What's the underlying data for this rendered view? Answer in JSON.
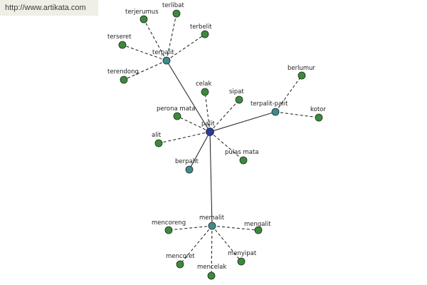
{
  "watermark": "http://www.artikata.com",
  "colors": {
    "center": "#2a3a9a",
    "hub": "#3f8a8e",
    "leaf": "#3b8a3b",
    "node_stroke": "#1f2a1f"
  },
  "nodes": [
    {
      "id": "palit",
      "label": "palit",
      "kind": "center"
    },
    {
      "id": "terpalit",
      "label": "terpalit",
      "kind": "hub"
    },
    {
      "id": "terpalit-palit",
      "label": "terpalit-palit",
      "kind": "hub"
    },
    {
      "id": "berpalit",
      "label": "berpalit",
      "kind": "hub"
    },
    {
      "id": "memalit",
      "label": "memalit",
      "kind": "hub"
    },
    {
      "id": "terjerumus",
      "label": "terjerumus",
      "kind": "leaf"
    },
    {
      "id": "terlibat",
      "label": "terlibat",
      "kind": "leaf"
    },
    {
      "id": "terbelit",
      "label": "terbelit",
      "kind": "leaf"
    },
    {
      "id": "terseret",
      "label": "terseret",
      "kind": "leaf"
    },
    {
      "id": "terendong",
      "label": "terendong",
      "kind": "leaf"
    },
    {
      "id": "berlumur",
      "label": "berlumur",
      "kind": "leaf"
    },
    {
      "id": "kotor",
      "label": "kotor",
      "kind": "leaf"
    },
    {
      "id": "celak",
      "label": "celak",
      "kind": "leaf"
    },
    {
      "id": "sipat",
      "label": "sipat",
      "kind": "leaf"
    },
    {
      "id": "perona-mata",
      "label": "perona mata",
      "kind": "leaf"
    },
    {
      "id": "alit",
      "label": "alit",
      "kind": "leaf"
    },
    {
      "id": "pulas-mata",
      "label": "pulas mata",
      "kind": "leaf"
    },
    {
      "id": "mencoreng",
      "label": "mencoreng",
      "kind": "leaf"
    },
    {
      "id": "mengalit",
      "label": "mengalit",
      "kind": "leaf"
    },
    {
      "id": "mencoret",
      "label": "mencoret",
      "kind": "leaf"
    },
    {
      "id": "menyipat",
      "label": "menyipat",
      "kind": "leaf"
    },
    {
      "id": "mencelak",
      "label": "mencelak",
      "kind": "leaf"
    }
  ],
  "edges": [
    {
      "from": "palit",
      "to": "terpalit",
      "style": "solid"
    },
    {
      "from": "palit",
      "to": "terpalit-palit",
      "style": "solid"
    },
    {
      "from": "palit",
      "to": "berpalit",
      "style": "solid"
    },
    {
      "from": "palit",
      "to": "memalit",
      "style": "solid"
    },
    {
      "from": "palit",
      "to": "celak",
      "style": "dashed"
    },
    {
      "from": "palit",
      "to": "sipat",
      "style": "dashed"
    },
    {
      "from": "palit",
      "to": "perona-mata",
      "style": "dashed"
    },
    {
      "from": "palit",
      "to": "alit",
      "style": "dashed"
    },
    {
      "from": "palit",
      "to": "pulas-mata",
      "style": "dashed"
    },
    {
      "from": "terpalit",
      "to": "terjerumus",
      "style": "dashed"
    },
    {
      "from": "terpalit",
      "to": "terlibat",
      "style": "dashed"
    },
    {
      "from": "terpalit",
      "to": "terbelit",
      "style": "dashed"
    },
    {
      "from": "terpalit",
      "to": "terseret",
      "style": "dashed"
    },
    {
      "from": "terpalit",
      "to": "terendong",
      "style": "dashed"
    },
    {
      "from": "terpalit-palit",
      "to": "berlumur",
      "style": "dashed"
    },
    {
      "from": "terpalit-palit",
      "to": "kotor",
      "style": "dashed"
    },
    {
      "from": "memalit",
      "to": "mencoreng",
      "style": "dashed"
    },
    {
      "from": "memalit",
      "to": "mengalit",
      "style": "dashed"
    },
    {
      "from": "memalit",
      "to": "mencoret",
      "style": "dashed"
    },
    {
      "from": "memalit",
      "to": "menyipat",
      "style": "dashed"
    },
    {
      "from": "memalit",
      "to": "mencelak",
      "style": "dashed"
    }
  ]
}
